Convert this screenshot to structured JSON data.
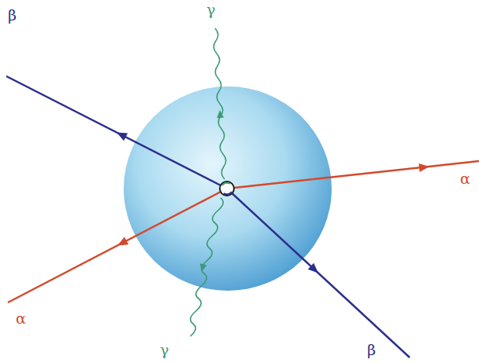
{
  "diagram": {
    "labels": [
      "γ",
      "β",
      "α",
      "α",
      "γ",
      "β"
    ]
  }
}
